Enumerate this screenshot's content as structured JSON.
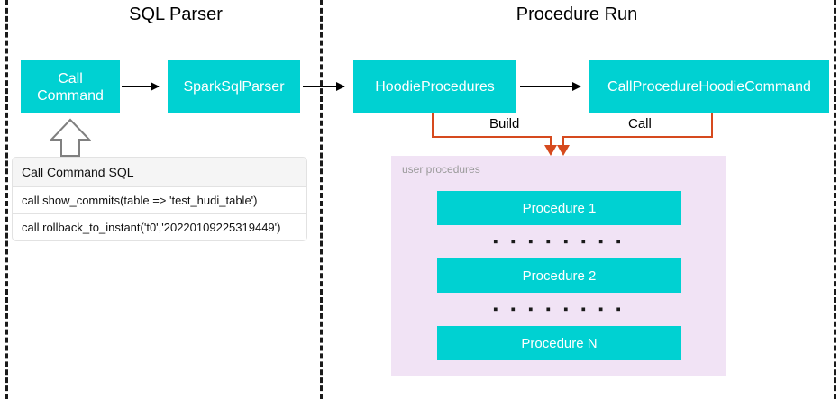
{
  "diagram": {
    "sections": [
      {
        "id": "sql-parser",
        "title": "SQL Parser"
      },
      {
        "id": "procedure-run",
        "title": "Procedure Run"
      }
    ],
    "boxes": [
      {
        "id": "call-command",
        "label": "Call\nCommand",
        "line1": "Call",
        "line2": "Command",
        "color": "#00d1d2"
      },
      {
        "id": "spark-sql-parser",
        "label": "SparkSqlParser",
        "color": "#00d1d2"
      },
      {
        "id": "hoodie-procedures",
        "label": "HoodieProcedures",
        "color": "#00d1d2"
      },
      {
        "id": "call-procedure-hoodie-command",
        "label": "CallProcedureHoodieCommand",
        "color": "#00d1d2"
      }
    ],
    "connectors": [
      {
        "id": "build",
        "label": "Build",
        "color": "#d64a1e"
      },
      {
        "id": "call",
        "label": "Call",
        "color": "#d64a1e"
      }
    ],
    "sql_table": {
      "header": "Call Command SQL",
      "rows": [
        "call show_commits(table => 'test_hudi_table')",
        "call rollback_to_instant('t0','20220109225319449')"
      ]
    },
    "user_procedures": {
      "label": "user procedures",
      "background": "#f1e3f5",
      "items": [
        {
          "label": "Procedure 1"
        },
        {
          "label": "Procedure 2"
        },
        {
          "label": "Procedure N"
        }
      ],
      "separator": "▪ ▪ ▪ ▪ ▪ ▪ ▪ ▪"
    },
    "colors": {
      "teal": "#00d1d2",
      "orange": "#d64a1e",
      "panel_purple": "#f1e3f5",
      "divider": "#1a1a1a",
      "table_header": "#f5f5f5"
    }
  }
}
